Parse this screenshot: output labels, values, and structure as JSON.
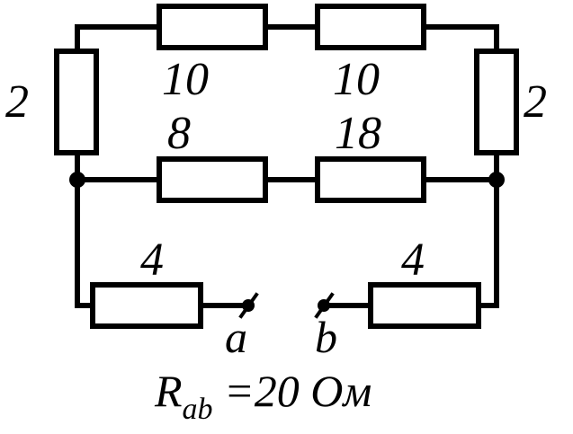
{
  "resistors": {
    "left_top": "2",
    "top_left": "10",
    "top_right": "10",
    "right_top": "2",
    "mid_left": "8",
    "mid_right": "18",
    "bottom_left": "4",
    "bottom_right": "4"
  },
  "terminals": {
    "a": "a",
    "b": "b"
  },
  "result": {
    "symbol": "R",
    "subscript": "ab",
    "value": " =20 Ом"
  }
}
